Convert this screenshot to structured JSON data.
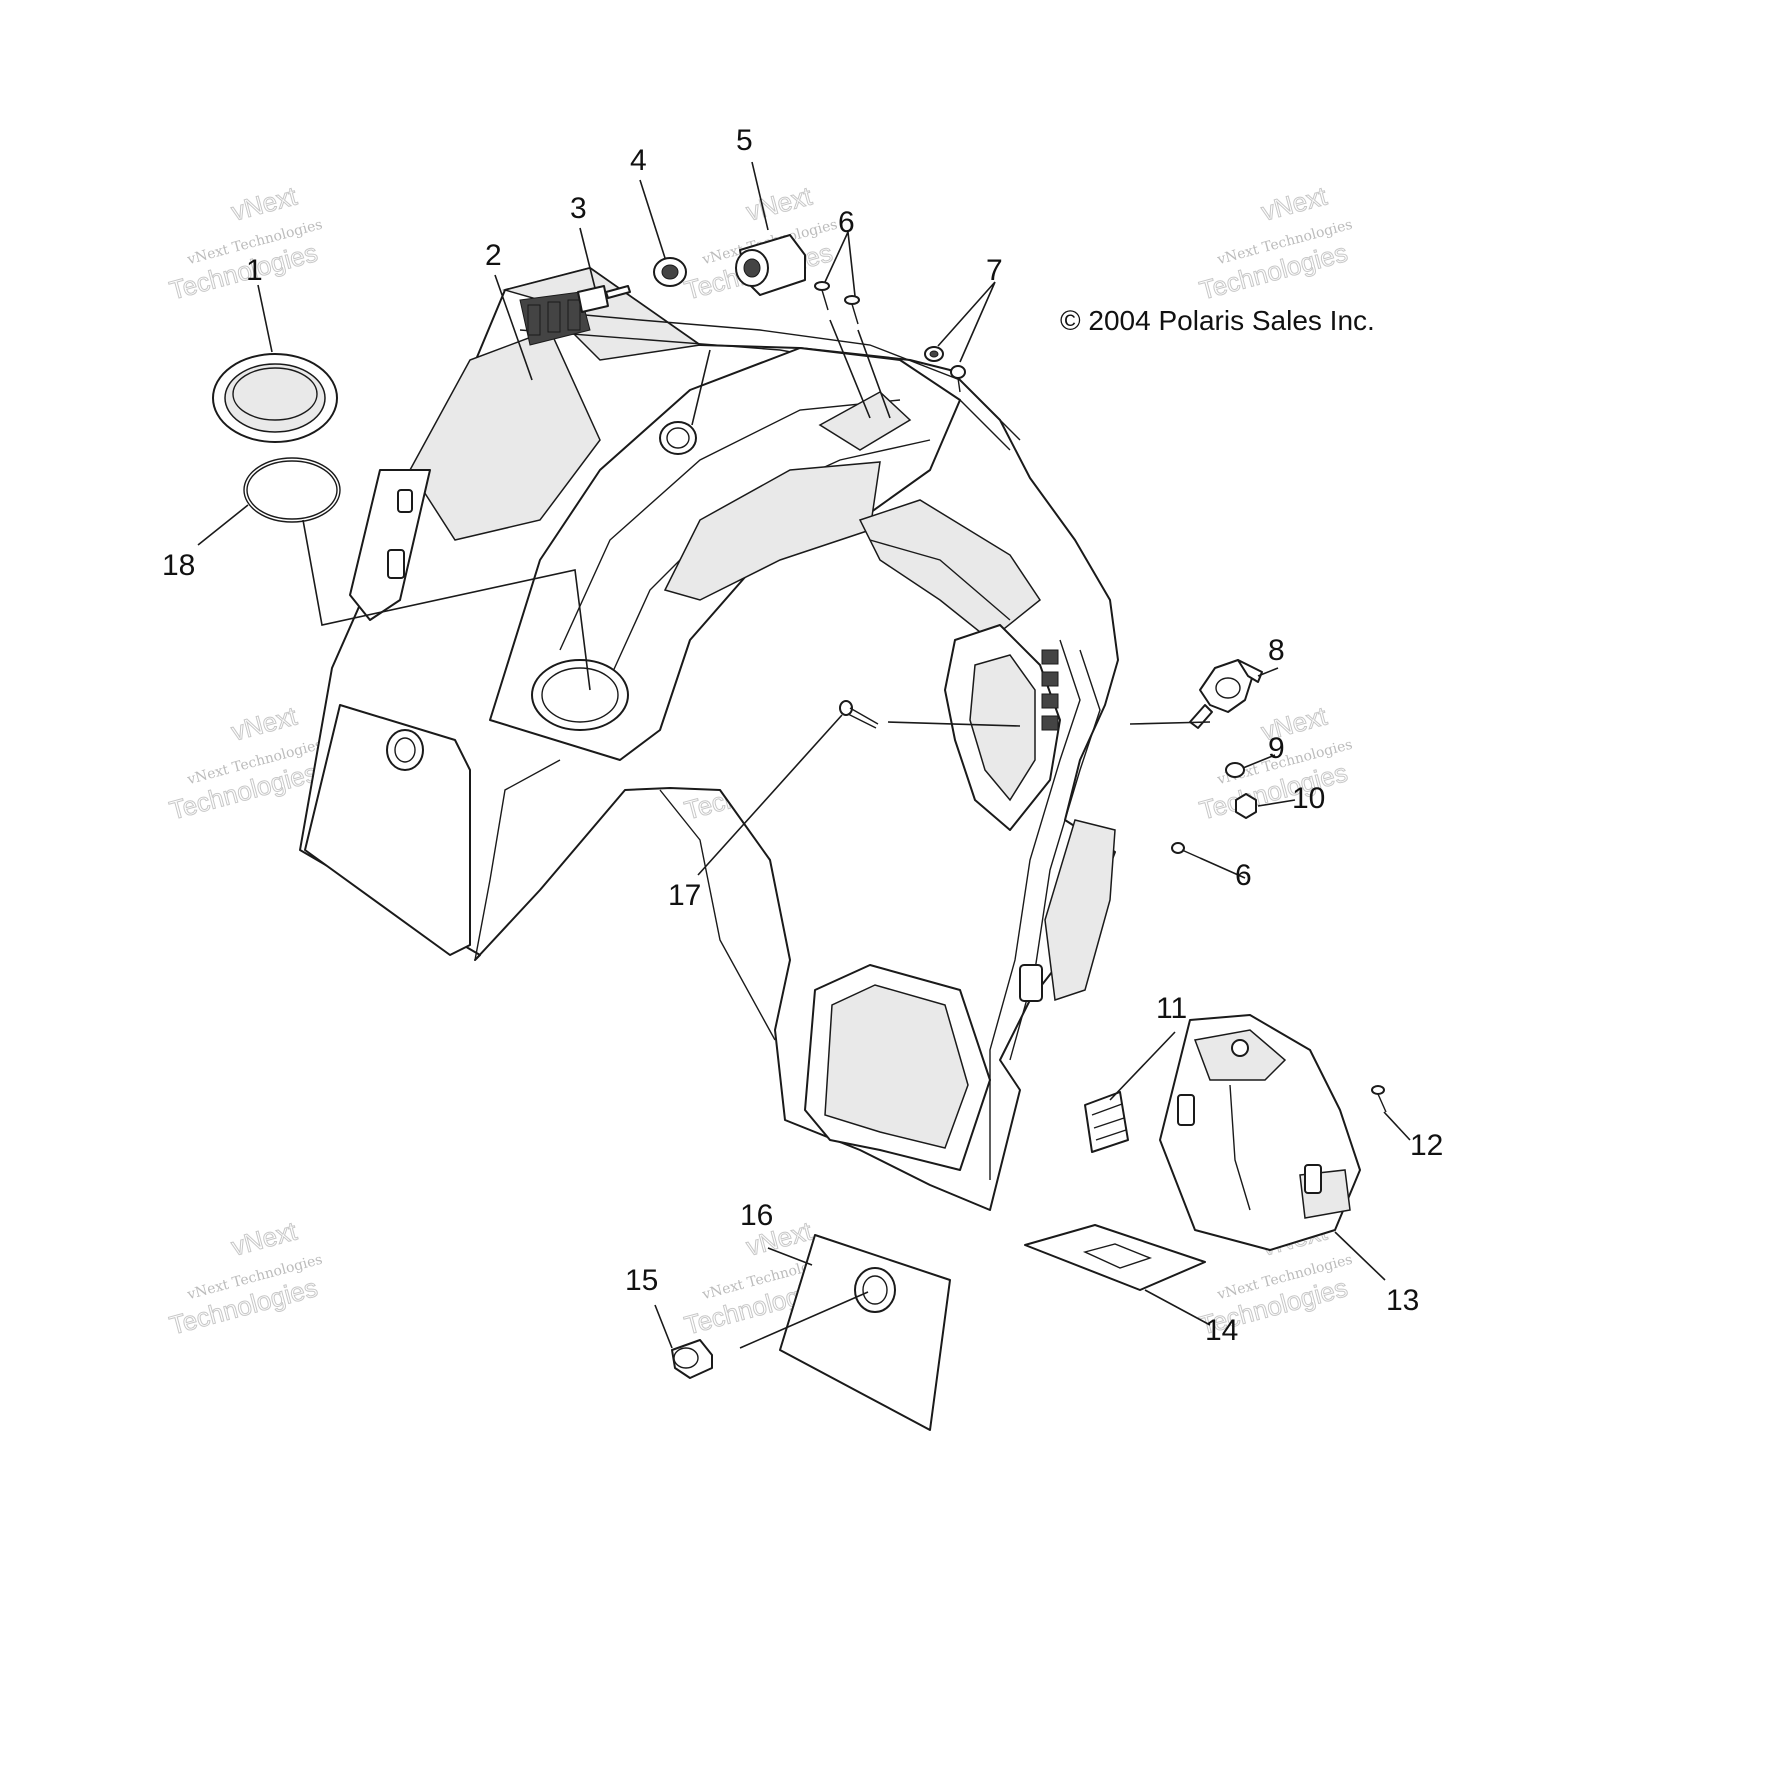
{
  "copyright": "© 2004 Polaris Sales Inc.",
  "watermark": {
    "line1": "vNext Technologies",
    "line2": "Technologies",
    "line3": "vNext"
  },
  "callouts": [
    {
      "id": "c1",
      "label": "1"
    },
    {
      "id": "c2",
      "label": "2"
    },
    {
      "id": "c3",
      "label": "3"
    },
    {
      "id": "c4",
      "label": "4"
    },
    {
      "id": "c5",
      "label": "5"
    },
    {
      "id": "c6a",
      "label": "6"
    },
    {
      "id": "c6b",
      "label": "6"
    },
    {
      "id": "c7",
      "label": "7"
    },
    {
      "id": "c8",
      "label": "8"
    },
    {
      "id": "c9",
      "label": "9"
    },
    {
      "id": "c10",
      "label": "10"
    },
    {
      "id": "c11",
      "label": "11"
    },
    {
      "id": "c12",
      "label": "12"
    },
    {
      "id": "c13",
      "label": "13"
    },
    {
      "id": "c14",
      "label": "14"
    },
    {
      "id": "c15",
      "label": "15"
    },
    {
      "id": "c16",
      "label": "16"
    },
    {
      "id": "c17",
      "label": "17"
    },
    {
      "id": "c18",
      "label": "18"
    }
  ]
}
